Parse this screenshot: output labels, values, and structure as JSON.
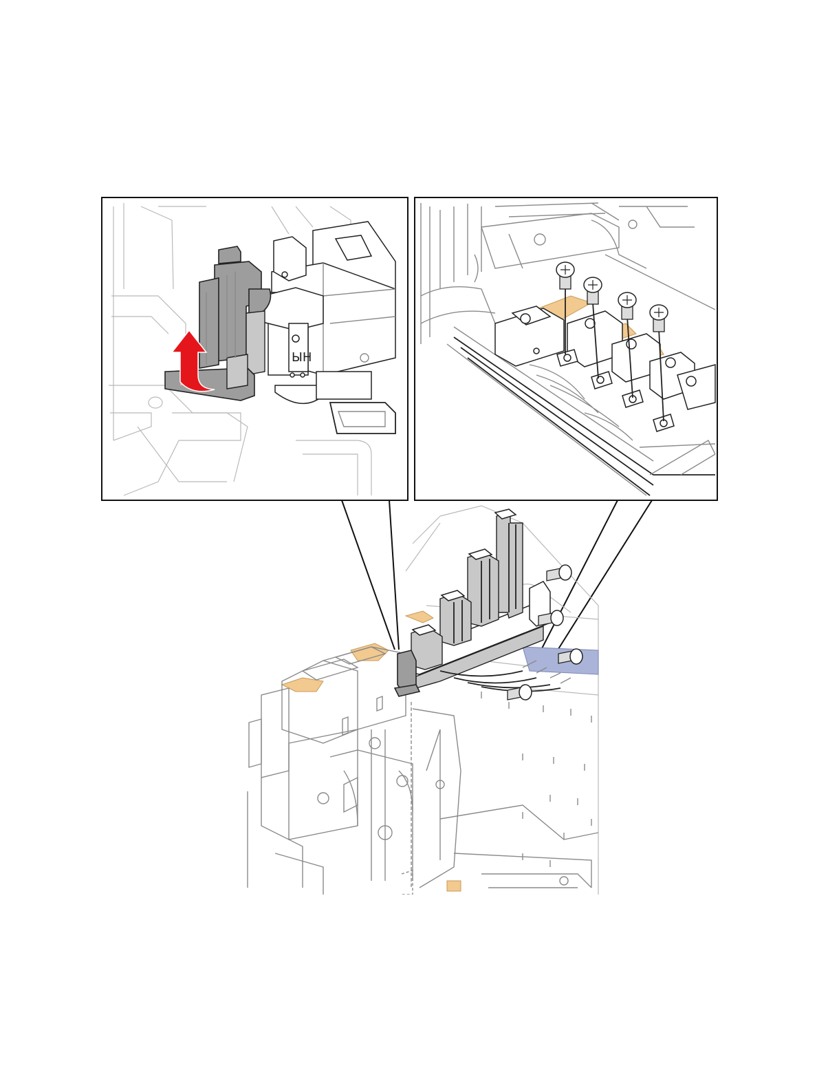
{
  "figure": {
    "panels": [
      {
        "id": "latch-detail",
        "description_icon": "lift-latch-arrow-icon"
      },
      {
        "id": "harness-screws-detail",
        "description_icon": "screw-icon"
      },
      {
        "id": "assembly-overview",
        "description_icon": "printer-assembly-icon"
      }
    ],
    "colors": {
      "arrow": "#e4161c",
      "arrow_light": "#f4a6a4",
      "part_dark": "#9d9d9d",
      "tape": "#f2c98f",
      "highlight_blue": "#aab4d8",
      "frame": "#111111"
    }
  }
}
